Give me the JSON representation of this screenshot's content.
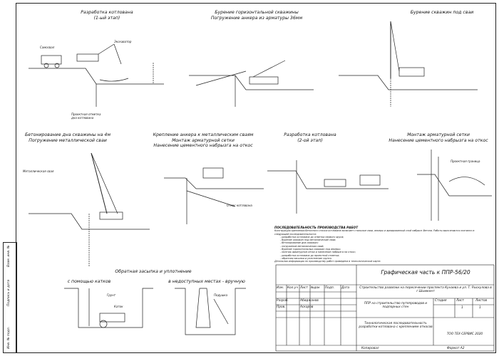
{
  "sections": {
    "s1_title": "Разработка котлована",
    "s1_sub": "(1-ый этап)",
    "s2_title": "Бурение горизонтальной скважины",
    "s2_sub": "Погружение анкера из арматуры 36мм",
    "s3_title": "Бурение скважин под сваи",
    "s4_title": "Бетонирование дна скважины на 4м",
    "s4_sub": "Погружение металлической сваи",
    "s5_title": "Крепление анкера к металлическим сваям",
    "s5_sub1": "Монтаж арматурной сетки",
    "s5_sub2": "Нанесение цементного набрызга на откос",
    "s6_title": "Разработка котлована",
    "s6_sub": "(2-ой этап)",
    "s7_title": "Монтаж арматурной сетки",
    "s7_sub": "Нанесение цементного набрызга на откос",
    "s8_title": "Обратная засыпка и уплотнение",
    "s9_title": "с помощью катков",
    "s10_title": "в недоступных местах - вручную"
  },
  "small_labels": {
    "samosval": "Самосвал",
    "exkavator": "Экскаватор",
    "proekt_otm": "Проектная отметка дна котлована",
    "katok": "Каток",
    "grunt": "Грунт",
    "podushka": "Подушка",
    "metal_svaya": "Металлическая свая",
    "proekt_gran": "Проектная граница",
    "otkos": "Откос котлована"
  },
  "notes": {
    "title": "ПОСЛЕДОВАТЕЛЬНОСТЬ ПРОИЗВОДСТВА РАБОТ",
    "intro": "Конструкция крепления бетонного откоса котлована включает стальные сваи, анкеры и армированный слой набрызг-бетона. Работы выполняются поэтапно в следующей последовательности:",
    "items": [
      "- разработка котлована до отметки первого яруса;",
      "- бурение скважин под металлические сваи;",
      "- бетонирование дна скважин;",
      "- погружение металлических свай;",
      "- бурение горизонтальных скважин под анкеры;",
      "- монтаж арматурной сетки и нанесение набрызга на откос;",
      "- разработка котлована до проектной отметки;",
      "- обратная засыпка и уплотнение грунта."
    ],
    "footer": "Детальная информация по производству работ приведена в технологической карте."
  },
  "title_block": {
    "main_title": "Графическая часть к ППР-56/20",
    "project": "Строительство развязки на пересечении проспекта Кунаева и ул. Т. Рыскулова в г.Шымкент",
    "object": "ППР на строительство путепроводов и подпорных стен",
    "sheet_desc": "Технологическая последовательность разработки котлована с креплением откосов",
    "company": "ТОО ТЕХ-СЕРВИС 2020",
    "col_izm": "Изм.",
    "col_kuch": "Кол.уч",
    "col_list": "Лист",
    "col_ndok": "№док",
    "col_podp": "Подп.",
    "col_data": "Дата",
    "razrab": "Разраб.",
    "razrab_name": "Абиджанов",
    "prov": "Пров.",
    "prov_name": "Аскаров",
    "stadiya": "Стадия",
    "list": "Лист",
    "listov": "Листов",
    "list_num": "1",
    "listov_num": "1",
    "kopiroval": "Копировал",
    "format": "Формат А2"
  },
  "side_stamp": {
    "inv": "Инв. № подл.",
    "podp": "Подпись и дата",
    "vzam": "Взам. инв. №"
  }
}
